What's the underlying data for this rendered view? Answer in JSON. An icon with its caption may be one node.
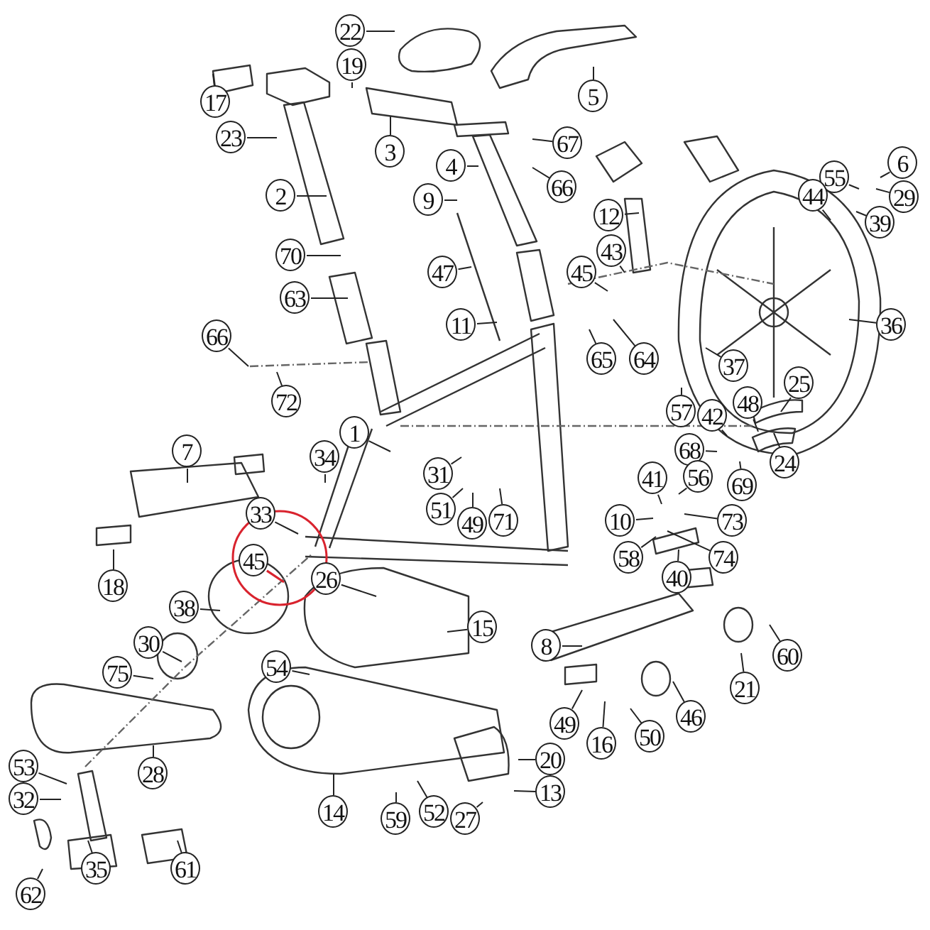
{
  "diagram": {
    "nodes": [
      {
        "text": [
          "22"
        ]
      },
      {
        "text": [
          "19"
        ]
      },
      {
        "text": [
          "17"
        ]
      },
      {
        "text": [
          "23"
        ]
      },
      {
        "text": [
          "3"
        ]
      },
      {
        "text": [
          "5"
        ]
      },
      {
        "text": [
          "4"
        ]
      },
      {
        "text": [
          "67"
        ]
      },
      {
        "text": [
          "66"
        ]
      },
      {
        "text": [
          "2"
        ]
      },
      {
        "text": [
          "9"
        ]
      },
      {
        "text": [
          "12"
        ]
      },
      {
        "text": [
          "6"
        ]
      },
      {
        "text": [
          "55"
        ]
      },
      {
        "text": [
          "29"
        ]
      },
      {
        "text": [
          "44"
        ]
      },
      {
        "text": [
          "39"
        ]
      },
      {
        "text": [
          "43"
        ]
      },
      {
        "text": [
          "45"
        ]
      },
      {
        "text": [
          "70"
        ]
      },
      {
        "text": [
          "47"
        ]
      },
      {
        "text": [
          "63"
        ]
      },
      {
        "text": [
          "11"
        ]
      },
      {
        "text": [
          "36"
        ]
      },
      {
        "text": [
          "66"
        ]
      },
      {
        "text": [
          "72"
        ]
      },
      {
        "text": [
          "65"
        ]
      },
      {
        "text": [
          "64"
        ]
      },
      {
        "text": [
          "37"
        ]
      },
      {
        "text": [
          "48"
        ]
      },
      {
        "text": [
          "25"
        ]
      },
      {
        "text": [
          "57"
        ]
      },
      {
        "text": [
          "42"
        ]
      },
      {
        "text": [
          "68"
        ]
      },
      {
        "text": [
          "1"
        ]
      },
      {
        "text": [
          "24"
        ]
      },
      {
        "text": [
          "7"
        ]
      },
      {
        "text": [
          "34"
        ]
      },
      {
        "text": [
          "31"
        ]
      },
      {
        "text": [
          "41"
        ]
      },
      {
        "text": [
          "56"
        ]
      },
      {
        "text": [
          "51"
        ]
      },
      {
        "text": [
          "49"
        ]
      },
      {
        "text": [
          "71"
        ]
      },
      {
        "text": [
          "69"
        ]
      },
      {
        "text": [
          "10"
        ]
      },
      {
        "text": [
          "73"
        ]
      },
      {
        "text": [
          "33"
        ]
      },
      {
        "text": [
          "45"
        ]
      },
      {
        "text": [
          "74"
        ]
      },
      {
        "text": [
          "18"
        ]
      },
      {
        "text": [
          "58"
        ]
      },
      {
        "text": [
          "40"
        ]
      },
      {
        "text": [
          "26"
        ]
      },
      {
        "text": [
          "38"
        ]
      },
      {
        "text": [
          "15"
        ]
      },
      {
        "text": [
          "8"
        ]
      },
      {
        "text": [
          "30"
        ]
      },
      {
        "text": [
          "75"
        ]
      },
      {
        "text": [
          "54"
        ]
      },
      {
        "text": [
          "60"
        ]
      },
      {
        "text": [
          "21"
        ]
      },
      {
        "text": [
          "16"
        ]
      },
      {
        "text": [
          "49"
        ]
      },
      {
        "text": [
          "46"
        ]
      },
      {
        "text": [
          "50"
        ]
      },
      {
        "text": [
          "28"
        ]
      },
      {
        "text": [
          "20"
        ]
      },
      {
        "text": [
          "13"
        ]
      },
      {
        "text": [
          "53"
        ]
      },
      {
        "text": [
          "32"
        ]
      },
      {
        "text": [
          "14"
        ]
      },
      {
        "text": [
          "59"
        ]
      },
      {
        "text": [
          "52"
        ]
      },
      {
        "text": [
          "27"
        ]
      },
      {
        "text": [
          "62"
        ]
      },
      {
        "text": [
          "35"
        ]
      },
      {
        "text": [
          "61"
        ]
      }
    ],
    "edges": [
      {
        "from": 0,
        "to": null,
        "arrow": "none"
      },
      {
        "from": 1,
        "to": null,
        "arrow": "none"
      },
      {
        "from": 2,
        "to": null,
        "arrow": "none"
      },
      {
        "from": 3,
        "to": null,
        "arrow": "none"
      },
      {
        "from": 4,
        "to": null,
        "arrow": "none"
      },
      {
        "from": 5,
        "to": null,
        "arrow": "none"
      },
      {
        "from": 6,
        "to": null,
        "arrow": "none"
      },
      {
        "from": 7,
        "to": null,
        "arrow": "none"
      },
      {
        "from": 8,
        "to": null,
        "arrow": "none"
      },
      {
        "from": 9,
        "to": null,
        "arrow": "none"
      },
      {
        "from": 10,
        "to": null,
        "arrow": "none"
      },
      {
        "from": 11,
        "to": null,
        "arrow": "none"
      },
      {
        "from": 12,
        "to": null,
        "arrow": "none"
      },
      {
        "from": 13,
        "to": null,
        "arrow": "none"
      },
      {
        "from": 14,
        "to": null,
        "arrow": "none"
      },
      {
        "from": 15,
        "to": null,
        "arrow": "none"
      },
      {
        "from": 16,
        "to": null,
        "arrow": "none"
      },
      {
        "from": 17,
        "to": null,
        "arrow": "none"
      },
      {
        "from": 18,
        "to": null,
        "arrow": "none"
      },
      {
        "from": 19,
        "to": null,
        "arrow": "none"
      },
      {
        "from": 20,
        "to": null,
        "arrow": "none"
      },
      {
        "from": 21,
        "to": null,
        "arrow": "none"
      },
      {
        "from": 22,
        "to": null,
        "arrow": "none"
      },
      {
        "from": 23,
        "to": null,
        "arrow": "none"
      },
      {
        "from": 24,
        "to": null,
        "arrow": "none"
      },
      {
        "from": 25,
        "to": null,
        "arrow": "none"
      },
      {
        "from": 26,
        "to": null,
        "arrow": "none"
      },
      {
        "from": 27,
        "to": null,
        "arrow": "none"
      },
      {
        "from": 28,
        "to": null,
        "arrow": "none"
      },
      {
        "from": 29,
        "to": null,
        "arrow": "none"
      },
      {
        "from": 30,
        "to": null,
        "arrow": "none"
      },
      {
        "from": 31,
        "to": null,
        "arrow": "none"
      },
      {
        "from": 32,
        "to": null,
        "arrow": "none"
      },
      {
        "from": 33,
        "to": null,
        "arrow": "none"
      },
      {
        "from": 34,
        "to": null,
        "arrow": "none"
      },
      {
        "from": 35,
        "to": null,
        "arrow": "none"
      },
      {
        "from": 36,
        "to": null,
        "arrow": "none"
      },
      {
        "from": 37,
        "to": null,
        "arrow": "none"
      },
      {
        "from": 38,
        "to": null,
        "arrow": "none"
      },
      {
        "from": 39,
        "to": null,
        "arrow": "none"
      },
      {
        "from": 40,
        "to": null,
        "arrow": "none"
      },
      {
        "from": 41,
        "to": null,
        "arrow": "none"
      },
      {
        "from": 42,
        "to": null,
        "arrow": "none"
      },
      {
        "from": 43,
        "to": null,
        "arrow": "none"
      },
      {
        "from": 44,
        "to": null,
        "arrow": "none"
      },
      {
        "from": 45,
        "to": null,
        "arrow": "none"
      },
      {
        "from": 46,
        "to": null,
        "arrow": "none"
      },
      {
        "from": 47,
        "to": null,
        "arrow": "none"
      },
      {
        "from": 48,
        "to": null,
        "arrow": "none",
        "color": "#d9232e"
      },
      {
        "from": 49,
        "to": null,
        "arrow": "none"
      },
      {
        "from": 50,
        "to": null,
        "arrow": "none"
      },
      {
        "from": 51,
        "to": null,
        "arrow": "none"
      },
      {
        "from": 52,
        "to": null,
        "arrow": "none"
      },
      {
        "from": 53,
        "to": null,
        "arrow": "none"
      },
      {
        "from": 54,
        "to": null,
        "arrow": "none"
      },
      {
        "from": 55,
        "to": null,
        "arrow": "none"
      },
      {
        "from": 56,
        "to": null,
        "arrow": "none"
      },
      {
        "from": 57,
        "to": null,
        "arrow": "none"
      },
      {
        "from": 58,
        "to": null,
        "arrow": "none"
      },
      {
        "from": 59,
        "to": null,
        "arrow": "none"
      },
      {
        "from": 60,
        "to": null,
        "arrow": "none"
      },
      {
        "from": 61,
        "to": null,
        "arrow": "none"
      },
      {
        "from": 62,
        "to": null,
        "arrow": "none"
      },
      {
        "from": 63,
        "to": null,
        "arrow": "none"
      },
      {
        "from": 64,
        "to": null,
        "arrow": "none"
      },
      {
        "from": 65,
        "to": null,
        "arrow": "none"
      },
      {
        "from": 66,
        "to": null,
        "arrow": "none"
      },
      {
        "from": 67,
        "to": null,
        "arrow": "none"
      },
      {
        "from": 68,
        "to": null,
        "arrow": "none"
      },
      {
        "from": 69,
        "to": null,
        "arrow": "none"
      },
      {
        "from": 70,
        "to": null,
        "arrow": "none"
      },
      {
        "from": 71,
        "to": null,
        "arrow": "none"
      },
      {
        "from": 72,
        "to": null,
        "arrow": "none"
      },
      {
        "from": 73,
        "to": null,
        "arrow": "none"
      },
      {
        "from": 74,
        "to": null,
        "arrow": "none"
      },
      {
        "from": 75,
        "to": null,
        "arrow": "none"
      },
      {
        "from": 76,
        "to": null,
        "arrow": "none"
      },
      {
        "from": 77,
        "to": null,
        "arrow": "none"
      }
    ]
  }
}
